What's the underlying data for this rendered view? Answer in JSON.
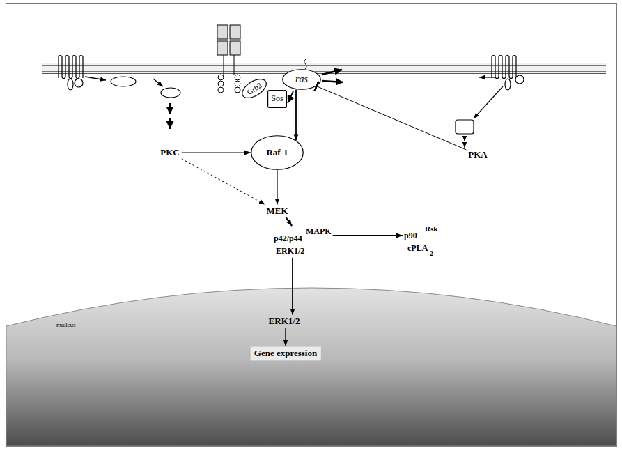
{
  "diagram": {
    "nodes": [
      {
        "text": [
          "Grb2"
        ]
      },
      {
        "text": [
          "Sos"
        ]
      },
      {
        "text": [
          "ras"
        ]
      },
      {
        "text": [
          "PKC"
        ]
      },
      {
        "text": [
          "Raf-1"
        ]
      },
      {
        "text": [
          "PKA"
        ]
      },
      {
        "text": [
          "MEK"
        ]
      },
      {
        "text": [
          "p42/p44",
          "MAPK",
          "ERK1/2"
        ]
      },
      {
        "text": [
          "p90",
          "Rsk",
          "cPLA",
          "2"
        ]
      },
      {
        "text": [
          "nucleus"
        ]
      },
      {
        "text": [
          "ERK1/2"
        ],
        "in": 9
      },
      {
        "text": [
          "Gene expression"
        ],
        "in": 9
      }
    ],
    "edges": [
      {
        "from": 2,
        "to": 4,
        "arrow": "to"
      },
      {
        "from": 5,
        "to": 2,
        "arrow": "none"
      },
      {
        "from": 3,
        "to": 4,
        "arrow": "to"
      },
      {
        "from": 3,
        "to": 6,
        "arrow": "to"
      },
      {
        "from": 4,
        "to": 6,
        "arrow": "to"
      },
      {
        "from": 6,
        "to": 7,
        "arrow": "to"
      },
      {
        "from": 7,
        "to": 8,
        "arrow": "to"
      },
      {
        "from": 7,
        "to": 10,
        "arrow": "to"
      },
      {
        "from": 10,
        "to": 11,
        "arrow": "to"
      }
    ]
  }
}
